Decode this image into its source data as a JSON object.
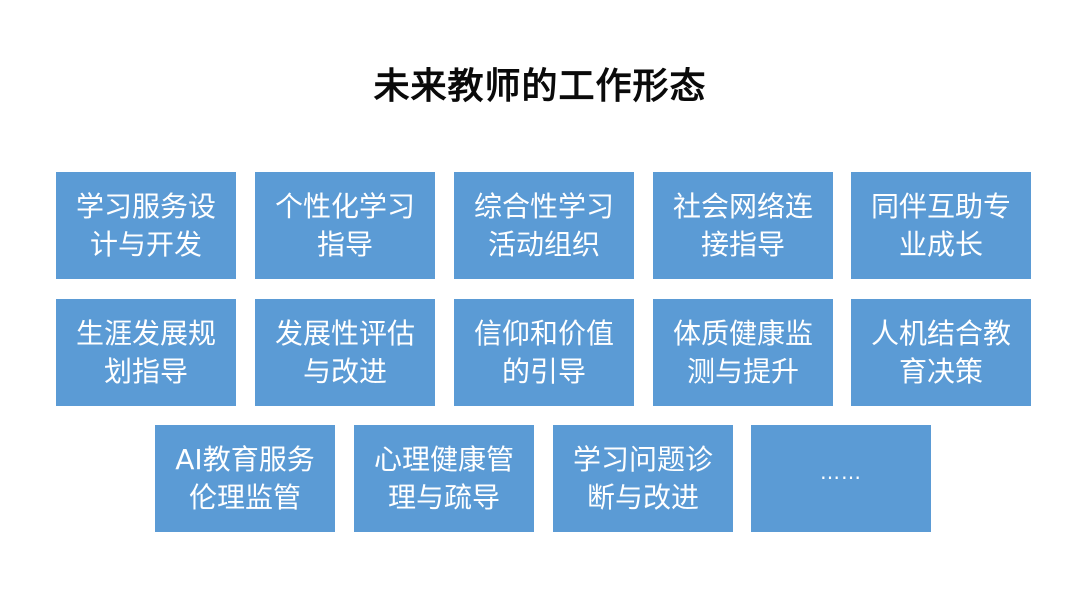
{
  "title": "未来教师的工作形态",
  "colors": {
    "box_fill": "#5b9bd5",
    "box_text": "#ffffff",
    "title_text": "#0a0a0a",
    "background": "#ffffff"
  },
  "rows": [
    {
      "items": [
        {
          "label": "学习服务设计与开发"
        },
        {
          "label": "个性化学习指导"
        },
        {
          "label": "综合性学习活动组织"
        },
        {
          "label": "社会网络连接指导"
        },
        {
          "label": "同伴互助专业成长"
        }
      ]
    },
    {
      "items": [
        {
          "label": "生涯发展规划指导"
        },
        {
          "label": "发展性评估与改进"
        },
        {
          "label": "信仰和价值的引导"
        },
        {
          "label": "体质健康监测与提升"
        },
        {
          "label": "人机结合教育决策"
        }
      ]
    },
    {
      "items": [
        {
          "label": "AI教育服务伦理监管"
        },
        {
          "label": "心理健康管理与疏导"
        },
        {
          "label": "学习问题诊断与改进"
        },
        {
          "label": "……"
        }
      ]
    }
  ]
}
